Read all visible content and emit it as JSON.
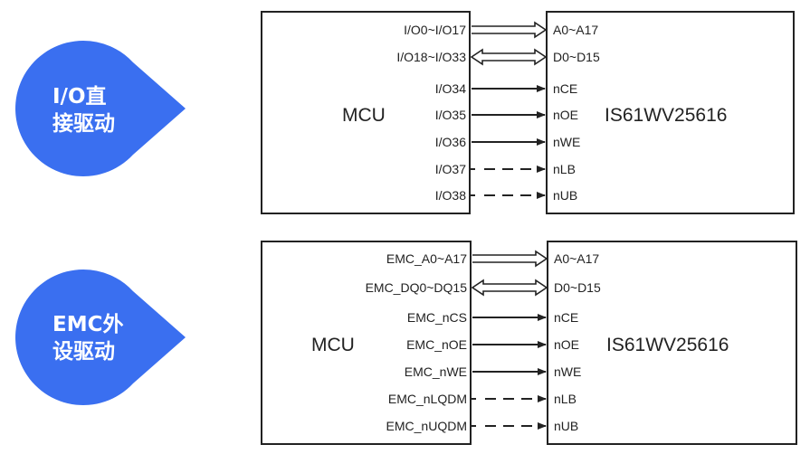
{
  "colors": {
    "accent": "#3a6ff0",
    "line": "#222222"
  },
  "panels": [
    {
      "badge": {
        "line1": "I/O直",
        "line2": "接驱动"
      },
      "mcu_label": "MCU",
      "chip_label": "IS61WV25616",
      "signals": [
        {
          "mcu_pin": "I/O0~I/O17",
          "chip_pin": "A0~A17",
          "kind": "bus-out"
        },
        {
          "mcu_pin": "I/O18~I/O33",
          "chip_pin": "D0~D15",
          "kind": "bus-bidir"
        },
        {
          "mcu_pin": "I/O34",
          "chip_pin": "nCE",
          "kind": "solid"
        },
        {
          "mcu_pin": "I/O35",
          "chip_pin": "nOE",
          "kind": "solid"
        },
        {
          "mcu_pin": "I/O36",
          "chip_pin": "nWE",
          "kind": "solid"
        },
        {
          "mcu_pin": "I/O37",
          "chip_pin": "nLB",
          "kind": "dashed"
        },
        {
          "mcu_pin": "I/O38",
          "chip_pin": "nUB",
          "kind": "dashed"
        }
      ]
    },
    {
      "badge": {
        "line1": "EMC外",
        "line2": "设驱动"
      },
      "mcu_label": "MCU",
      "chip_label": "IS61WV25616",
      "signals": [
        {
          "mcu_pin": "EMC_A0~A17",
          "chip_pin": "A0~A17",
          "kind": "bus-out"
        },
        {
          "mcu_pin": "EMC_DQ0~DQ15",
          "chip_pin": "D0~D15",
          "kind": "bus-bidir"
        },
        {
          "mcu_pin": "EMC_nCS",
          "chip_pin": "nCE",
          "kind": "solid"
        },
        {
          "mcu_pin": "EMC_nOE",
          "chip_pin": "nOE",
          "kind": "solid"
        },
        {
          "mcu_pin": "EMC_nWE",
          "chip_pin": "nWE",
          "kind": "solid"
        },
        {
          "mcu_pin": "EMC_nLQDM",
          "chip_pin": "nLB",
          "kind": "dashed"
        },
        {
          "mcu_pin": "EMC_nUQDM",
          "chip_pin": "nUB",
          "kind": "dashed"
        }
      ]
    }
  ]
}
